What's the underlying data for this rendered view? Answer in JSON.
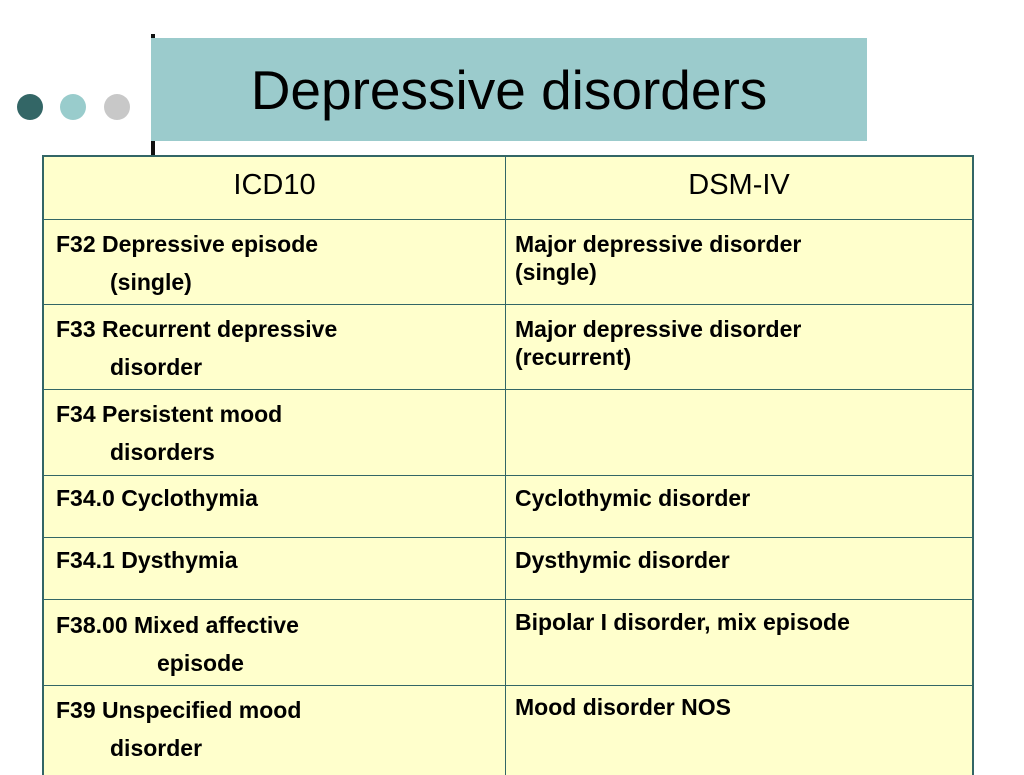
{
  "slide": {
    "title": "Depressive disorders"
  },
  "table": {
    "headers": [
      "ICD10",
      "DSM-IV"
    ],
    "rows": [
      {
        "icd_line1": "F32 Depressive episode",
        "icd_line2": "(single)",
        "dsm_line1": "Major depressive disorder",
        "dsm_line2": "(single)"
      },
      {
        "icd_line1": "F33 Recurrent depressive",
        "icd_line2": "disorder",
        "dsm_line1": "Major depressive disorder",
        "dsm_line2": "(recurrent)"
      },
      {
        "icd_line1": "F34 Persistent mood",
        "icd_line2": "disorders",
        "dsm_line1": "",
        "dsm_line2": ""
      },
      {
        "icd_line1": "F34.0 Cyclothymia",
        "icd_line2": "",
        "dsm_line1": "Cyclothymic disorder",
        "dsm_line2": ""
      },
      {
        "icd_line1": "F34.1 Dysthymia",
        "icd_line2": "",
        "dsm_line1": "Dysthymic disorder",
        "dsm_line2": ""
      },
      {
        "icd_line1": "F38.00 Mixed affective",
        "icd_line2": "episode",
        "dsm_line1": "Bipolar I disorder, mix episode",
        "dsm_line2": ""
      },
      {
        "icd_line1": "F39 Unspecified mood",
        "icd_line2": "disorder",
        "dsm_line1": "Mood disorder NOS",
        "dsm_line2": ""
      }
    ]
  }
}
